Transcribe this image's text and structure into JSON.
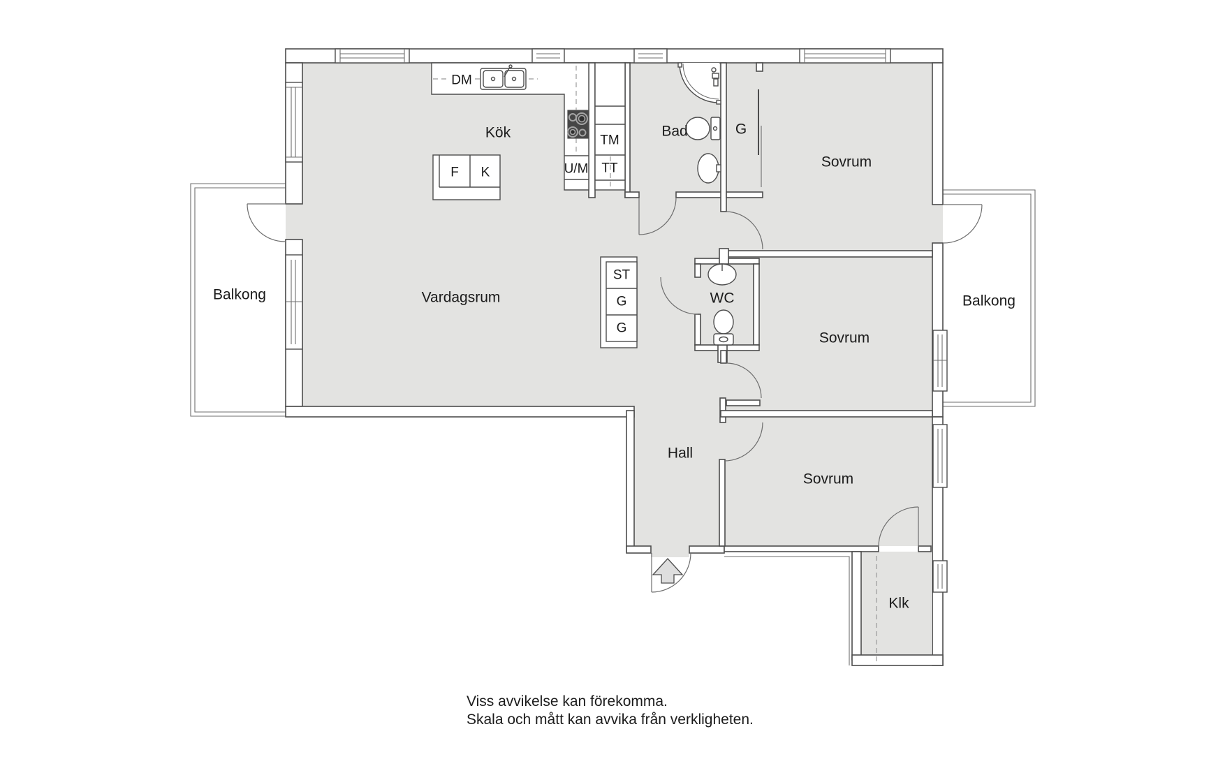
{
  "plan": {
    "rooms": {
      "kitchen": "Kök",
      "living": "Vardagsrum",
      "bathroom": "Bad",
      "bedroom": "Sovrum",
      "hall": "Hall",
      "wc": "WC",
      "walk_in_closet": "Klk",
      "wardrobe": "G",
      "balcony": "Balkong"
    },
    "fixtures": {
      "dishwasher": "DM",
      "washing_machine": "TM",
      "tumble_dryer": "TT",
      "oven_micro": "U/M",
      "freezer": "F",
      "fridge": "K",
      "closet_st": "ST",
      "closet_g": "G"
    },
    "footer": {
      "line1": "Viss avvikelse kan förekomma.",
      "line2": "Skala och mått kan avvika från verkligheten."
    },
    "colors": {
      "floor": "#e3e3e1",
      "wall": "#4d4d4d",
      "thin": "#6e6e6e",
      "dash": "#9a9a9a",
      "text": "#1b1b1b",
      "stove": "#464646",
      "stove_ring": "#a5a5a5",
      "arrow": "#dedede"
    }
  }
}
